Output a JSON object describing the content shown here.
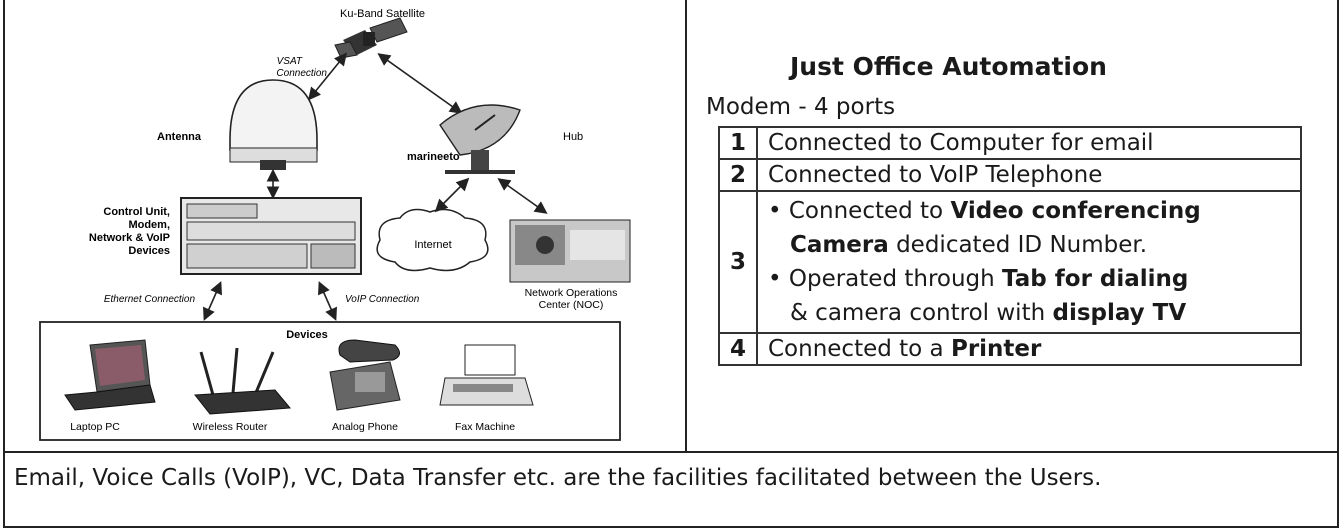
{
  "diagram": {
    "satellite": "Ku-Band Satellite",
    "vsat_line1": "VSAT",
    "vsat_line2": "Connection",
    "antenna": "Antenna",
    "hub": "Hub",
    "marinee": "marineeto",
    "cu_line1": "Control Unit,",
    "cu_line2": "Modem,",
    "cu_line3": "Network & VoIP",
    "cu_line4": "Devices",
    "internet": "Internet",
    "noc_line1": "Network Operations",
    "noc_line2": "Center (NOC)",
    "ethernet": "Ethernet Connection",
    "voip": "VoIP Connection",
    "devices": "Devices",
    "laptop": "Laptop PC",
    "router": "Wireless Router",
    "phone": "Analog Phone",
    "fax": "Fax Machine"
  },
  "panel": {
    "title": "Just Office Automation",
    "modem": "Modem - 4 ports",
    "rows": [
      {
        "num": "1",
        "text": "Connected to Computer for email"
      },
      {
        "num": "2",
        "text": "Connected to VoIP Telephone"
      },
      {
        "num": "3",
        "b1_pre": "• Connected to ",
        "b1_bold": "Video conferencing",
        "b1_bold2": "Camera",
        "b1_post": " dedicated ID Number.",
        "b2_pre": "• Operated through ",
        "b2_bold": "Tab for dialing",
        "b2_mid": "& camera control with ",
        "b2_bold2": "display TV"
      },
      {
        "num": "4",
        "pre": "Connected to a ",
        "bold": "Printer"
      }
    ]
  },
  "footer": "Email, Voice Calls (VoIP), VC, Data Transfer etc. are the facilities facilitated between the Users."
}
